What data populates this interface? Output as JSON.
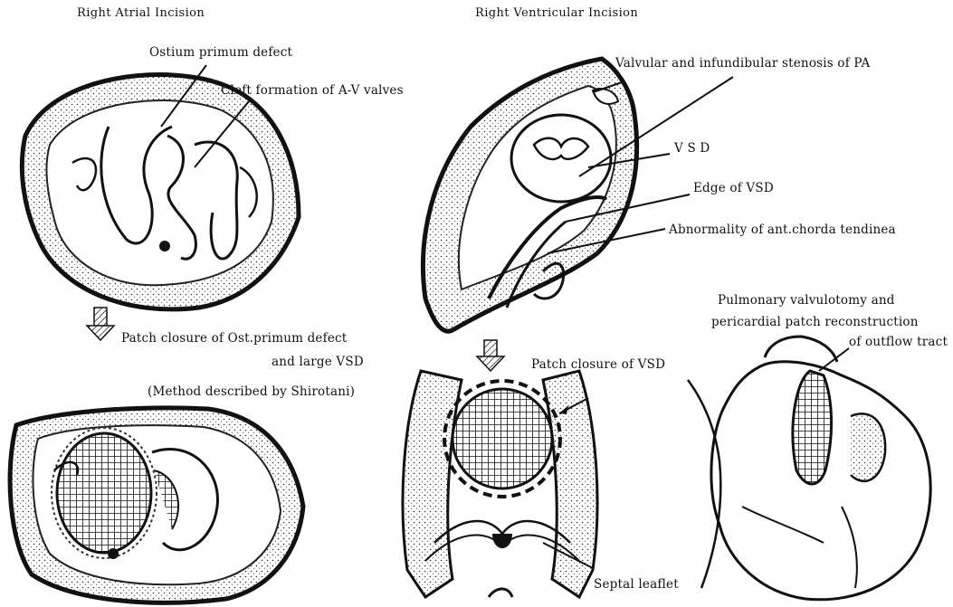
{
  "headers": {
    "atrial": "Right Atrial Incision",
    "ventricular": "Right Ventricular Incision"
  },
  "labels": {
    "ostium_primum": "Ostium primum defect",
    "cleft": "Cleft formation of A-V valves",
    "stenosis": "Valvular and infundibular stenosis of PA",
    "vsd": "V S D",
    "edge_vsd": "Edge of VSD",
    "chorda": "Abnormality of ant.chorda tendinea",
    "patch_line1": "Patch closure of Ost.primum defect",
    "patch_line2": "and large VSD",
    "method": "(Method described by Shirotani)",
    "patch_vsd": "Patch closure of VSD",
    "pulm_line1": "Pulmonary valvulotomy and",
    "pulm_line2": "pericardial patch reconstruction",
    "pulm_line3": "of outflow tract",
    "septal": "Septal leaflet"
  }
}
